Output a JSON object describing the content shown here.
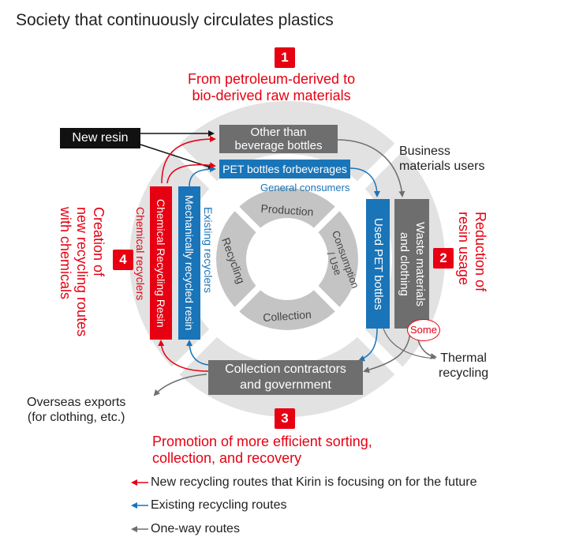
{
  "title": "Society that continuously circulates plastics",
  "badges": {
    "b1": "1",
    "b2": "2",
    "b3": "3",
    "b4": "4"
  },
  "goals": {
    "g1": [
      "From petroleum-derived to",
      "bio-derived raw materials"
    ],
    "g2": [
      "Reduction of",
      "resin usage"
    ],
    "g3": [
      "Promotion of more efficient sorting,",
      "collection, and recovery"
    ],
    "g4": [
      "Creation of",
      "new recycling routes",
      "with chemicals"
    ]
  },
  "boxes": {
    "new_resin": "New resin",
    "other_than": [
      "Other than",
      "beverage bottles"
    ],
    "pet_bottles": "PET bottles forbeverages",
    "used_pet": "Used PET bottles",
    "waste": [
      "Waste materials",
      "and clothing"
    ],
    "collection_contractors": [
      "Collection contractors",
      "and government"
    ],
    "chemical_resin": "Chemical Recycling Resin",
    "mechanical_resin": "Mechanically recycled resin"
  },
  "labels": {
    "business_users": [
      "Business",
      "materials users"
    ],
    "general_consumers": "General consumers",
    "existing_recyclers": "Existing recyclers",
    "chemical_recyclers": "Chemical recyclers",
    "some": "Some",
    "thermal": [
      "Thermal",
      "recycling"
    ],
    "overseas": [
      "Overseas exports",
      "(for clothing, etc.)"
    ]
  },
  "cycle": {
    "production": "Production",
    "consumption": [
      "Consumption",
      "/ Use"
    ],
    "collection": "Collection",
    "recycling": "Recycling"
  },
  "legend": [
    {
      "color": "#e60012",
      "text": "New recycling routes that Kirin is focusing on for the future"
    },
    {
      "color": "#1a74b8",
      "text": "Existing recycling routes"
    },
    {
      "color": "#6e6e6e",
      "text": "One-way routes"
    }
  ],
  "colors": {
    "red": "#e60012",
    "blue": "#1a74b8",
    "gray": "#6e6e6e",
    "ring": "#dcdcdc",
    "inner": "#c4c4c4"
  }
}
